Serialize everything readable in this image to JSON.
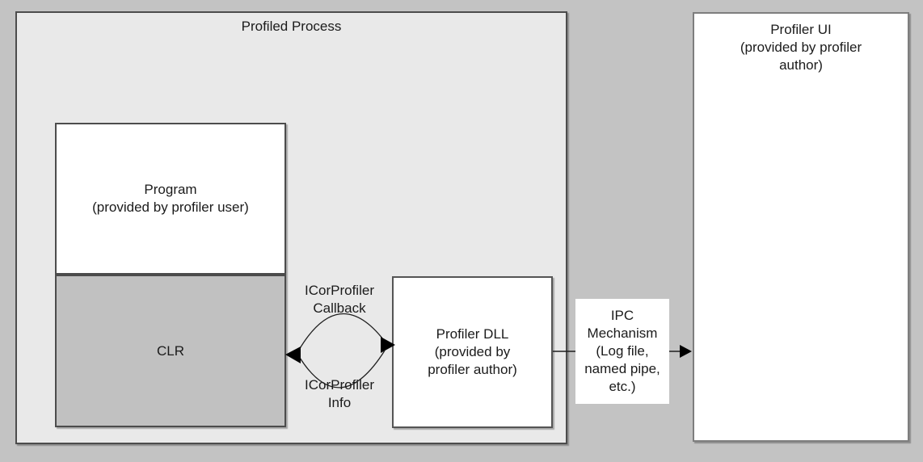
{
  "diagram": {
    "profiled_process": {
      "title": "Profiled Process"
    },
    "program": {
      "lines": [
        "Program",
        "(provided by profiler user)"
      ]
    },
    "clr": {
      "label": "CLR"
    },
    "profiler_dll": {
      "lines": [
        "Profiler DLL",
        "(provided by",
        "profiler author)"
      ]
    },
    "ipc_mechanism": {
      "lines": [
        "IPC",
        "Mechanism",
        "(Log file,",
        "named pipe,",
        "etc.)"
      ]
    },
    "profiler_ui": {
      "lines": [
        "Profiler UI",
        "(provided by profiler",
        "author)"
      ]
    },
    "connectors": {
      "callback": {
        "lines": [
          "ICorProfiler",
          "Callback"
        ]
      },
      "info": {
        "lines": [
          "ICorProfiler",
          "Info"
        ]
      }
    },
    "colors": {
      "page_background": "#c3c3c3",
      "process_fill": "#e9e9e9",
      "clr_fill": "#c1c1c1",
      "box_fill": "#ffffff",
      "border_dark": "#4c4c4c",
      "border_light": "#7e7e7e",
      "line": "#1f1f1f"
    }
  }
}
